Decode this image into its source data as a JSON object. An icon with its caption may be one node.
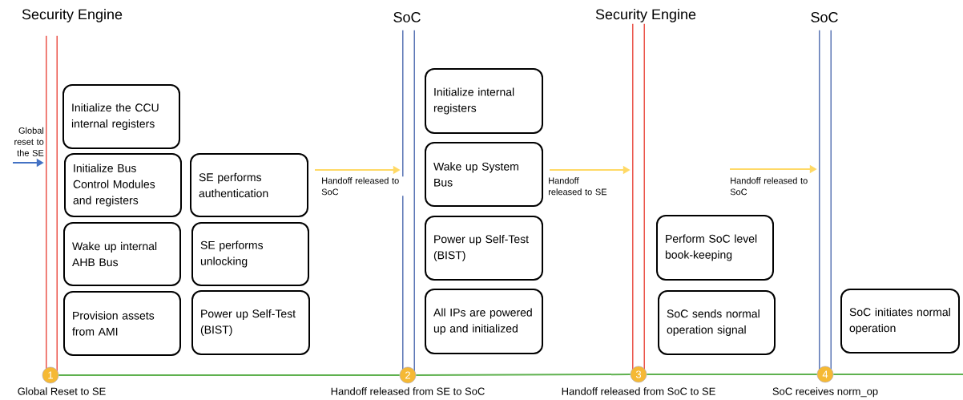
{
  "diagram": {
    "nodes": [
      {
        "text": [
          "Security Engine"
        ]
      },
      {
        "text": [
          "SoC"
        ]
      },
      {
        "text": [
          "Security Engine"
        ]
      },
      {
        "text": [
          "SoC"
        ]
      },
      {
        "text": [
          "Initialize the CCU internal registers"
        ]
      },
      {
        "text": [
          "Initialize Bus Control Modules and registers"
        ]
      },
      {
        "text": [
          "Wake up internal AHB Bus"
        ]
      },
      {
        "text": [
          "Provision assets from AMI"
        ]
      },
      {
        "text": [
          "SE performs authentication"
        ]
      },
      {
        "text": [
          "SE performs unlocking"
        ]
      },
      {
        "text": [
          "Power up Self-Test (BIST)"
        ]
      },
      {
        "text": [
          "Initialize internal registers"
        ]
      },
      {
        "text": [
          "Wake up System Bus"
        ]
      },
      {
        "text": [
          "Power up Self-Test (BIST)"
        ]
      },
      {
        "text": [
          "All IPs are powered up and initialized"
        ]
      },
      {
        "text": [
          "Perform SoC level book-keeping"
        ]
      },
      {
        "text": [
          "SoC sends normal operation signal"
        ]
      },
      {
        "text": [
          "SoC initiates normal operation"
        ]
      },
      {
        "text": [
          "1"
        ],
        "beside": [
          "Global Reset to SE"
        ]
      },
      {
        "text": [
          "2"
        ],
        "beside": [
          "Handoff released from SE to SoC"
        ]
      },
      {
        "text": [
          "3"
        ],
        "beside": [
          "Handoff released from SoC to SE"
        ]
      },
      {
        "text": [
          "4"
        ],
        "beside": [
          "SoC receives norm_op"
        ]
      }
    ],
    "edges": [
      {
        "from": null,
        "to": 0,
        "arrow": "to",
        "label": "Global reset to the SE",
        "color": "#4472c4"
      },
      {
        "from": 8,
        "to": 1,
        "arrow": "to",
        "label": "Handoff released to SoC",
        "color": "#ffd966"
      },
      {
        "from": 12,
        "to": 2,
        "arrow": "to",
        "label": "Handoff released to SE",
        "color": "#ffd966"
      },
      {
        "from": null,
        "to": 3,
        "arrow": "to",
        "label": "Handoff released to SoC",
        "color": "#ffd966"
      },
      {
        "from": 18,
        "to": 19,
        "arrow": "none",
        "color": "#5fb14f"
      },
      {
        "from": 19,
        "to": 20,
        "arrow": "none",
        "color": "#5fb14f"
      },
      {
        "from": 20,
        "to": 21,
        "arrow": "none",
        "color": "#5fb14f"
      },
      {
        "from": 21,
        "to": null,
        "arrow": "none",
        "color": "#5fb14f"
      }
    ]
  }
}
